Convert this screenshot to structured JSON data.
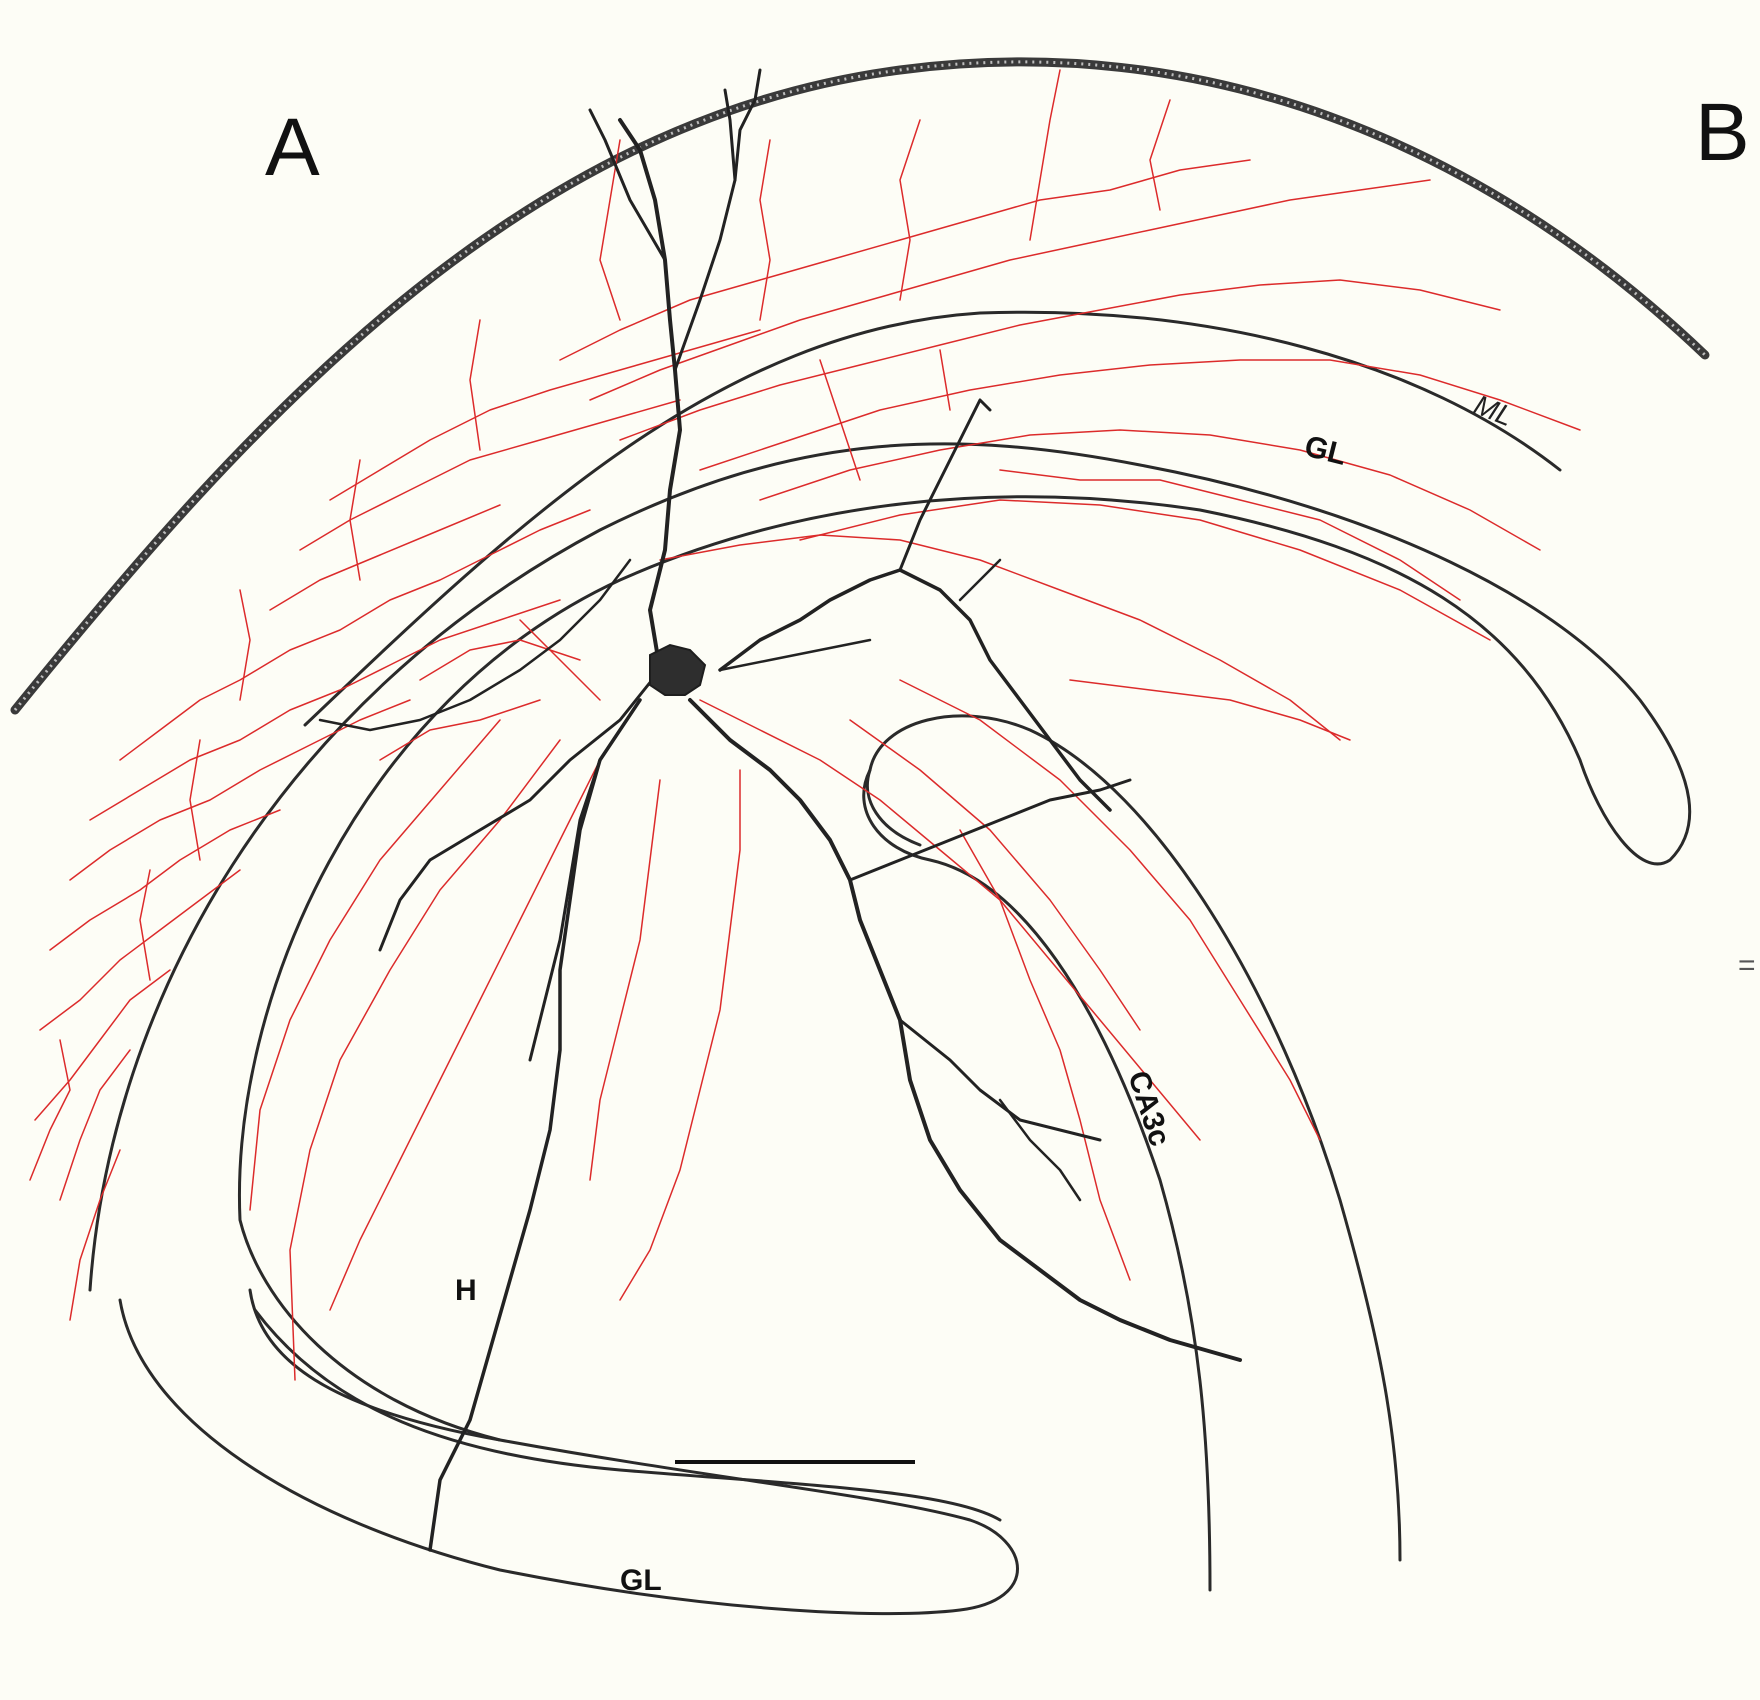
{
  "figure": {
    "panel_left": "A",
    "panel_right": "B",
    "margin_mark": "=",
    "labels": {
      "molecular_layer": "ML",
      "granule_layer_upper": "GL",
      "granule_layer_lower": "GL",
      "hilus": "H",
      "ca3c": "CA3c"
    },
    "colors": {
      "axon": "#dc2b2b",
      "dendrite": "#222222",
      "outline": "#2a2a2a",
      "background": "#fdfdf6"
    }
  }
}
